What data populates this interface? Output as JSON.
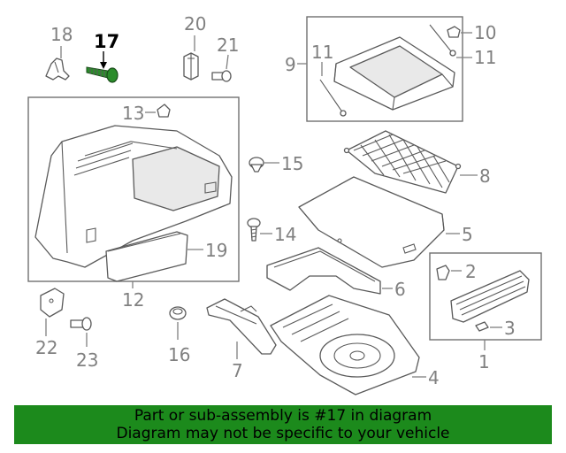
{
  "callouts": {
    "n1": "1",
    "n2": "2",
    "n3": "3",
    "n4": "4",
    "n5": "5",
    "n6": "6",
    "n7": "7",
    "n8": "8",
    "n9": "9",
    "n10": "10",
    "n11a": "11",
    "n11b": "11",
    "n12": "12",
    "n13": "13",
    "n14": "14",
    "n15": "15",
    "n16": "16",
    "n17": "17",
    "n18": "18",
    "n19": "19",
    "n20": "20",
    "n21": "21",
    "n22": "22",
    "n23": "23"
  },
  "highlighted_part": "17",
  "colors": {
    "banner": "#1c8a1c",
    "highlight_part": "#2a8c2a",
    "lines": "#5a5a5a",
    "callout_text": "#808080"
  },
  "banner": {
    "line1": "Part or sub-assembly is #17 in diagram",
    "line2": "Diagram may not be specific to your vehicle"
  }
}
